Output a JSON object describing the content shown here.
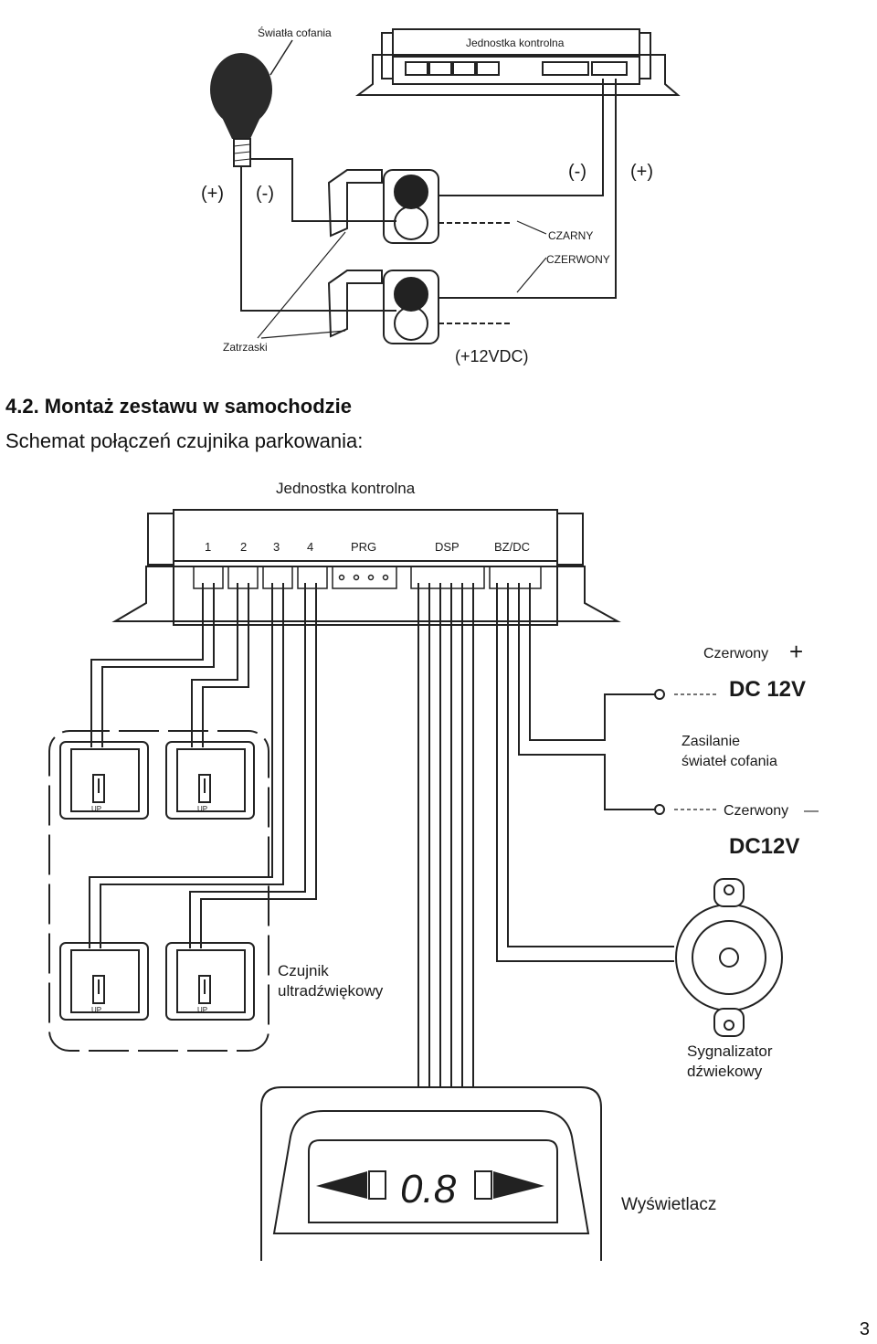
{
  "top_diagram": {
    "labels": {
      "reverse_lights": "Światła cofania",
      "control_unit": "Jednostka kontrolna",
      "plus_left": "(+)",
      "minus_left": "(-)",
      "minus_right": "(-)",
      "plus_right": "(+)",
      "black": "CZARNY",
      "red": "CZERWONY",
      "clips": "Zatrzaski",
      "voltage": "(+12VDC)"
    }
  },
  "section": {
    "heading": "4.2. Montaż zestawu w samochodzie",
    "subtitle": "Schemat połączeń czujnika parkowania:"
  },
  "bottom_diagram": {
    "control_unit_title": "Jednostka kontrolna",
    "ports": [
      "1",
      "2",
      "3",
      "4",
      "PRG",
      "DSP",
      "BZ/DC"
    ],
    "red_plus": "Czerwony",
    "plus_sign": "+",
    "dc_12v_top": "DC 12V",
    "reverse_supply_line1": "Zasilanie",
    "reverse_supply_line2": "świateł cofania",
    "red_minus": "Czerwony",
    "minus_sign": "—",
    "dc_12v_bottom": "DC12V",
    "sensor_line1": "Czujnik",
    "sensor_line2": "ultradźwiękowy",
    "buzzer_line1": "Sygnalizator",
    "buzzer_line2": "dźwiekowy",
    "display_value": "0.8",
    "display_label": "Wyświetlacz",
    "sensor_arrow_text": "UP"
  },
  "page_number": "3"
}
